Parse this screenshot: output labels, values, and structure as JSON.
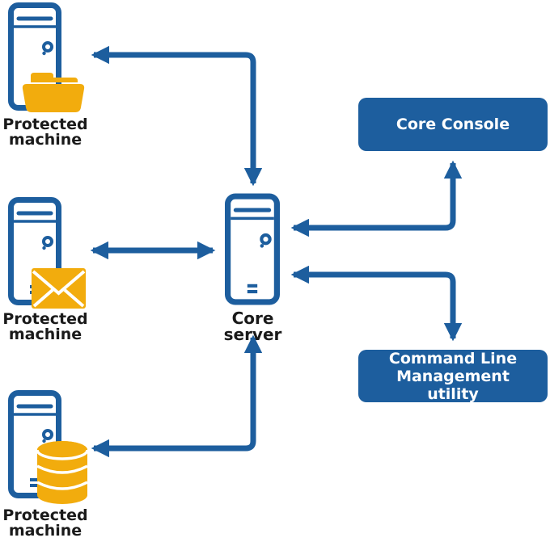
{
  "nodes": {
    "machine_top": {
      "label": "Protected machine",
      "icon": "folder"
    },
    "machine_middle": {
      "label": "Protected machine",
      "icon": "envelope"
    },
    "machine_bottom": {
      "label": "Protected machine",
      "icon": "database"
    },
    "core_server": {
      "label": "Core server"
    },
    "core_console": {
      "label": "Core Console"
    },
    "cli_utility": {
      "label": "Command Line Management utility"
    }
  },
  "connections": [
    {
      "from": "protected-machine-top",
      "to": "core-server",
      "style": "elbow",
      "bidirectional": true
    },
    {
      "from": "protected-machine-middle",
      "to": "core-server",
      "style": "straight",
      "bidirectional": true
    },
    {
      "from": "protected-machine-bottom",
      "to": "core-server",
      "style": "elbow",
      "bidirectional": true
    },
    {
      "from": "core-server",
      "to": "core-console",
      "style": "elbow",
      "bidirectional": true
    },
    {
      "from": "core-server",
      "to": "command-line-management-utility",
      "style": "elbow",
      "bidirectional": true
    }
  ],
  "colors": {
    "diagram_blue": "#1D5E9E",
    "accent_yellow": "#F2AC0D",
    "label_text": "#1A1A1A",
    "box_text": "#FFFFFF",
    "background": "#FFFFFF"
  }
}
